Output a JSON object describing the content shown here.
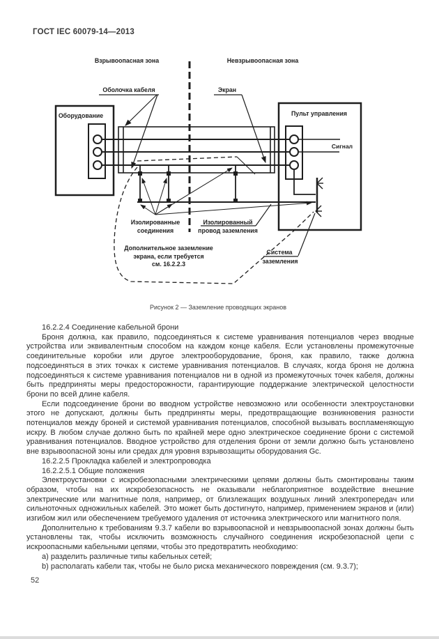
{
  "page": {
    "header": "ГОСТ IEC 60079-14—2013",
    "page_number": "52"
  },
  "figure": {
    "caption": "Рисунок 2 — Заземление проводящих экранов",
    "labels": {
      "zone_left": "Взрывоопасная зона",
      "zone_right": "Невзрывоопасная зона",
      "cable_sheath": "Оболочка кабеля",
      "shield": "Экран",
      "equipment": "Оборудование",
      "control_panel": "Пульт управления",
      "signal": "Сигнал",
      "insulated_connections_1": "Изолированные",
      "insulated_connections_2": "соединения",
      "insulated_ground_wire_1": "Изолированный",
      "insulated_ground_wire_2": "провод заземления",
      "additional_grounding_1": "Дополнительное заземление",
      "additional_grounding_2": "экрана, если требуется",
      "additional_grounding_3": "см. 16.2.2.3",
      "grounding_system_1": "Система",
      "grounding_system_2": "заземления"
    }
  },
  "content": {
    "s16224_title": "16.2.2.4 Соединение кабельной брони",
    "p_armour_1": "Броня должна, как правило, подсоединяться к системе уравнивания потенциалов через вводные устройства или эквивалентным способом на каждом конце кабеля. Если установлены промежуточные соединительные коробки или другое электрооборудование, броня, как правило, также должна подсоединяться в этих точках к системе уравнивания потенциалов. В случаях, когда броня не должна подсоединяться к системе уравнивания потенциалов ни в одной из промежуточных точек кабеля, должны быть предприняты меры предосторожности, гарантирующие поддержание электрической целостности брони по всей длине кабеля.",
    "p_armour_2": "Если подсоединение брони во вводном устройстве невозможно или особенности электроустановки этого не допускают, должны быть предприняты меры, предотвращающие возникновения разности потенциалов между броней и системой уравнивания потенциалов, способной вызывать воспламеняющую искру. В любом случае должно быть по крайней мере одно электрическое соединение брони с системой уравнивания потенциалов. Вводное устройство для отделения брони от земли должно быть установлено вне взрывоопасной зоны или средах для уровня взрывозащиты оборудования  Gc.",
    "s16225_title": "16.2.2.5 Прокладка кабелей и электропроводка",
    "s162251_title": "16.2.2.5.1 Общие положения",
    "p_wiring_1": "Электроустановки с искробезопасными электрическими цепями должны быть смонтированы таким образом, чтобы на их искробезопасность не оказывали неблагоприятное воздействие внешние электрические или магнитные поля, например, от близлежащих воздушных линий электропередач или сильноточных одножильных кабелей. Это может быть достигнуто, например, применением экранов и (или) изгибом жил или обеспечением требуемого удаления от источника электрического или магнитного поля.",
    "p_wiring_2": "Дополнительно к требованиям 9.3.7 кабели во взрывоопасной и невзрывоопасной зонах должны быть установлены так, чтобы исключить возможность случайного соединения искробезопасной цепи с искроопасными кабельными цепями, чтобы это предотвратить необходимо:",
    "item_a": "a) разделить различные типы кабельных сетей;",
    "item_b": "b) располагать кабели так, чтобы не было риска механического повреждения (см. 9.3.7);"
  }
}
